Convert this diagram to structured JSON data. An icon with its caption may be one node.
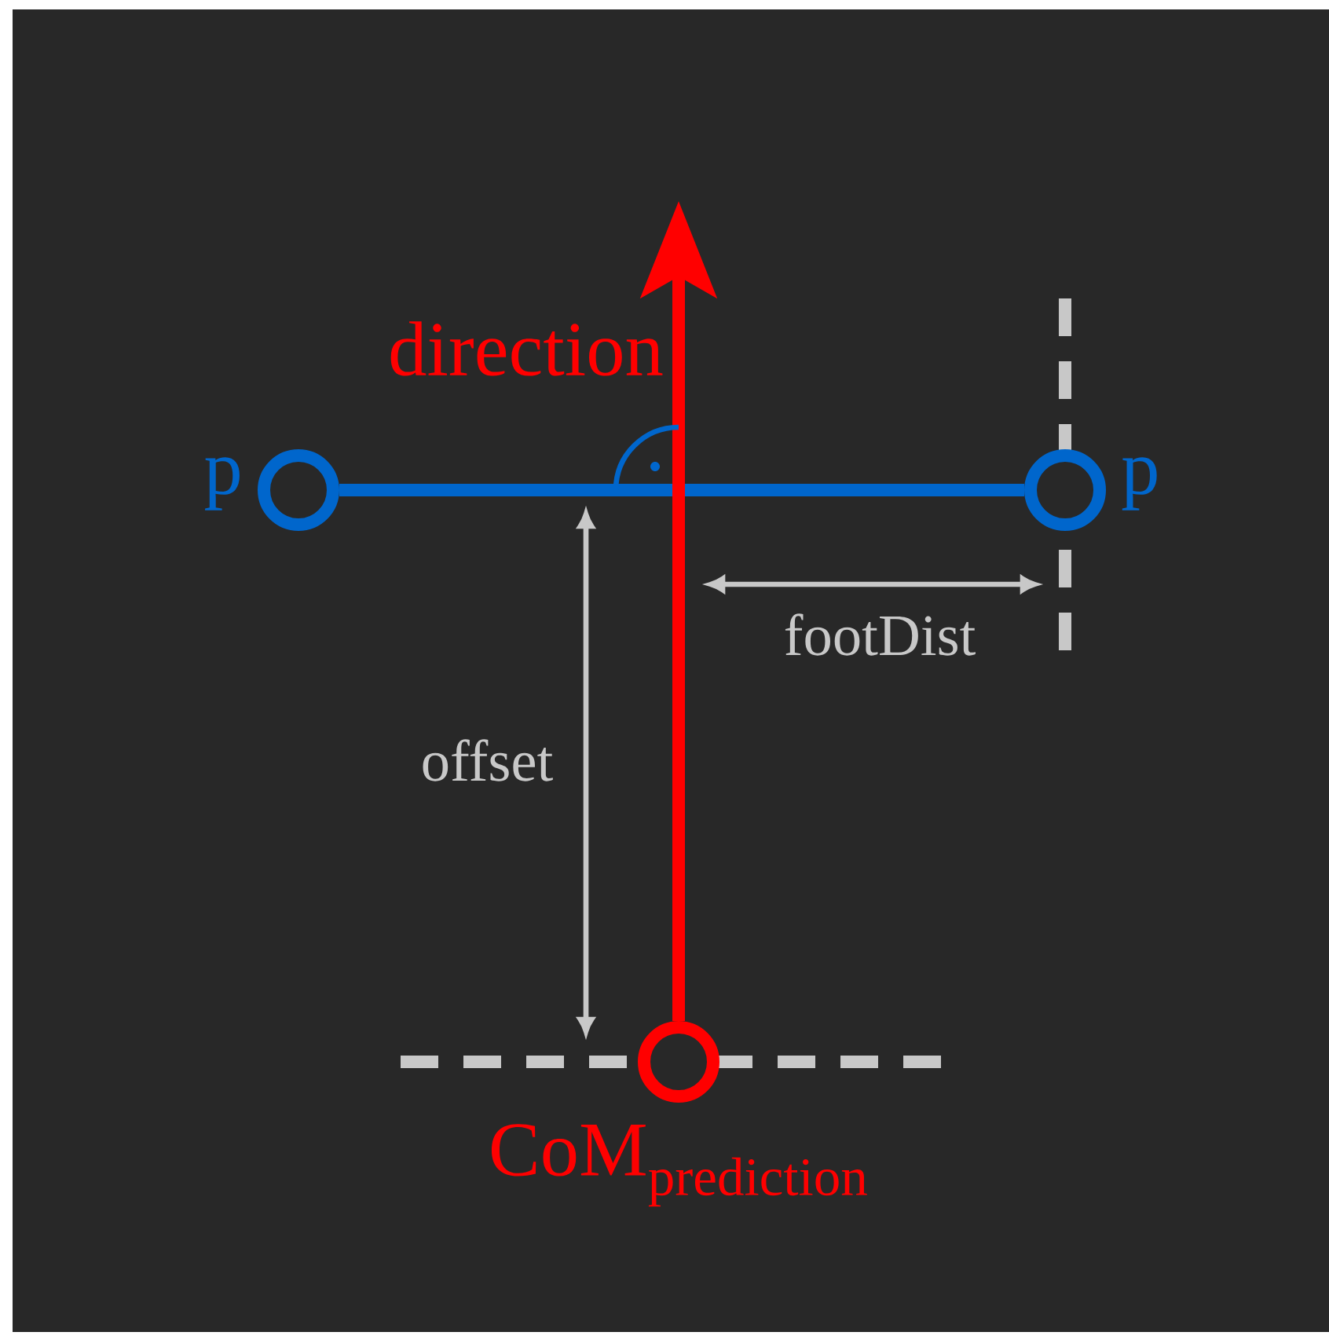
{
  "diagram": {
    "nodes": [
      {
        "text": [],
        "shape": "circle",
        "beside": [
          "p"
        ]
      },
      {
        "text": [],
        "shape": "circle",
        "beside": [
          "p"
        ]
      },
      {
        "text": [],
        "shape": "circle",
        "beside": [
          "\\mathrm{CoM}_{\\mathrm{prediction}}"
        ]
      }
    ],
    "edges": [
      {
        "from": 0,
        "to": 1,
        "arrow": "none",
        "color": "#0066cc"
      },
      {
        "from": 2,
        "to": null,
        "arrow": "to",
        "label": "direction",
        "color": "#ff0000"
      }
    ],
    "labels": [
      "footDist",
      "offset"
    ]
  }
}
